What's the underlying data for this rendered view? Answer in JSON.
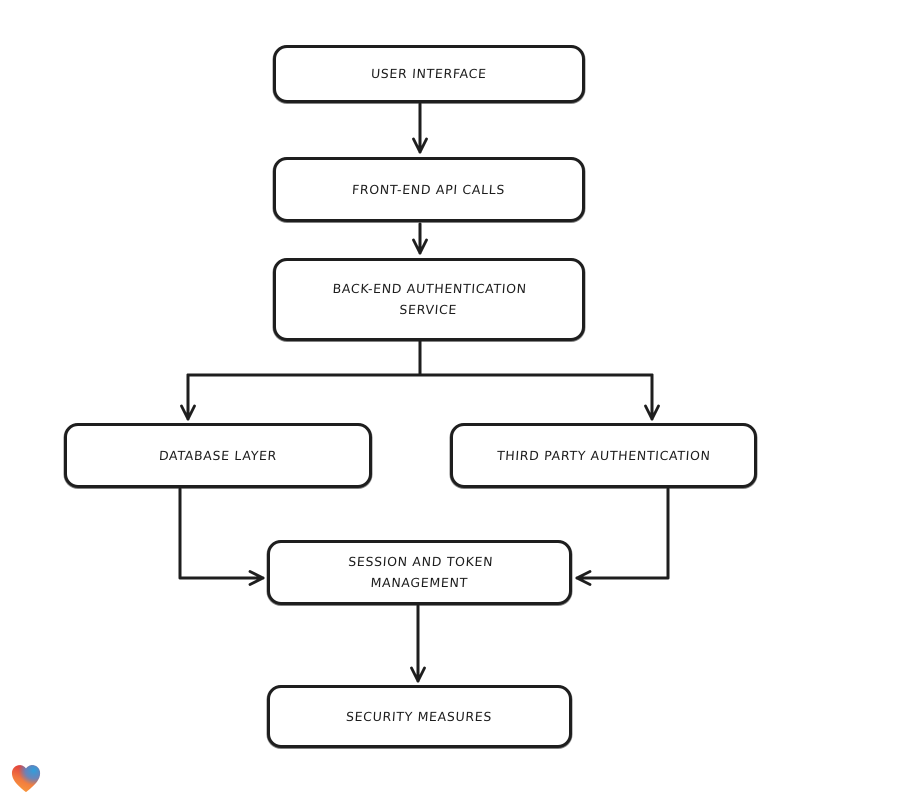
{
  "diagram": {
    "type": "flowchart",
    "background_color": "#ffffff",
    "stroke_color": "#1e1e1e",
    "nodes": [
      {
        "id": "user-interface",
        "label": "USER INTERFACE"
      },
      {
        "id": "front-end-api-calls",
        "label": "FRONT-END API CALLS"
      },
      {
        "id": "back-end-authentication-service",
        "label": "BACK-END AUTHENTICATION SERVICE"
      },
      {
        "id": "database-layer",
        "label": "DATABASE LAYER"
      },
      {
        "id": "third-party-authentication",
        "label": "THIRD PARTY AUTHENTICATION"
      },
      {
        "id": "session-and-token-management",
        "label": "SESSION AND TOKEN MANAGEMENT"
      },
      {
        "id": "security-measures",
        "label": "SECURITY MEASURES"
      }
    ],
    "edges": [
      {
        "from": "user-interface",
        "to": "front-end-api-calls"
      },
      {
        "from": "front-end-api-calls",
        "to": "back-end-authentication-service"
      },
      {
        "from": "back-end-authentication-service",
        "to": "database-layer"
      },
      {
        "from": "back-end-authentication-service",
        "to": "third-party-authentication"
      },
      {
        "from": "database-layer",
        "to": "session-and-token-management"
      },
      {
        "from": "third-party-authentication",
        "to": "session-and-token-management"
      },
      {
        "from": "session-and-token-management",
        "to": "security-measures"
      }
    ],
    "watermark": {
      "icon": "heart-gradient-icon",
      "colors": {
        "red": "#e23b3b",
        "orange": "#f59e3b",
        "blue": "#2fa0dc"
      }
    }
  }
}
